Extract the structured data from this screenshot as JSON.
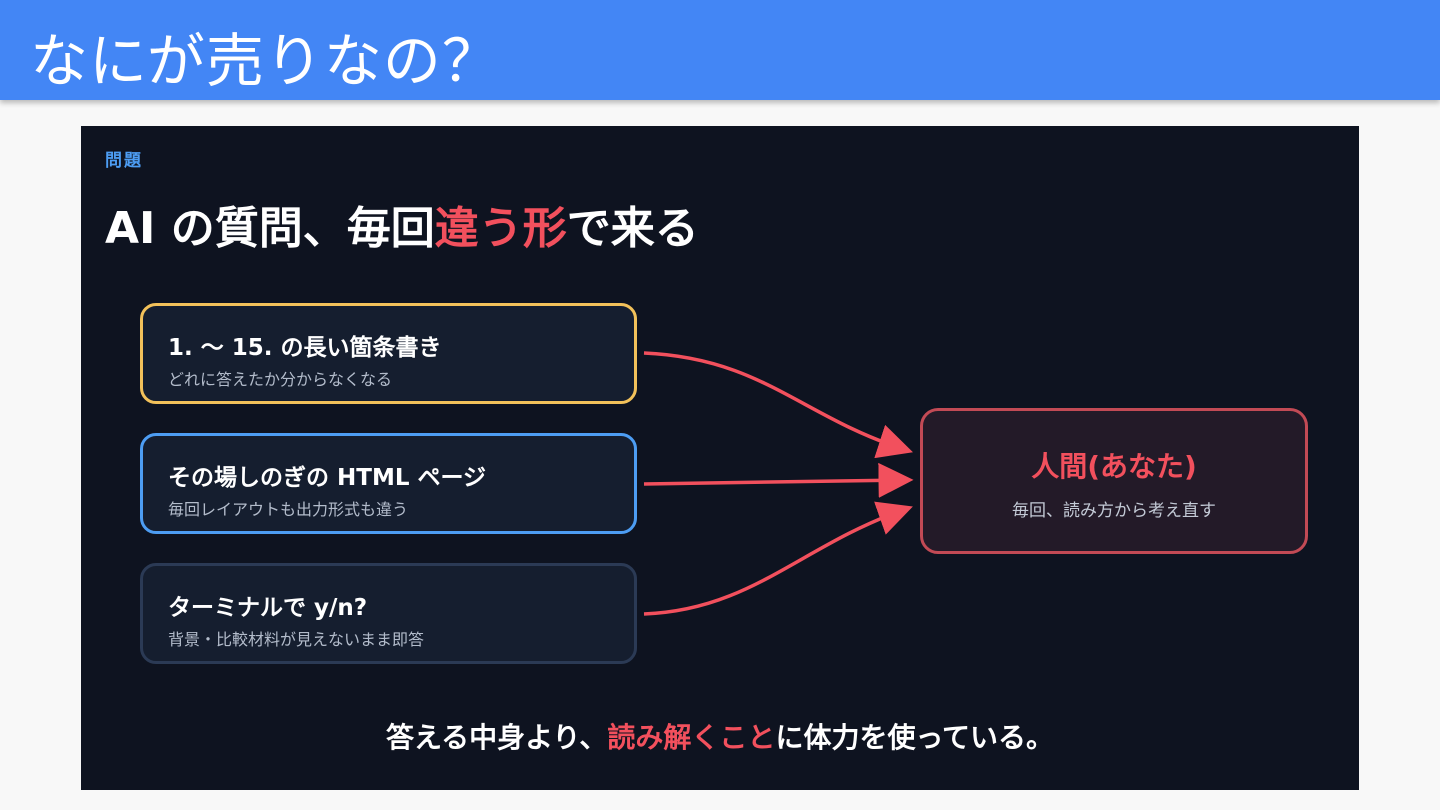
{
  "header": {
    "title": "なにが売りなの？"
  },
  "slide": {
    "eyebrow": "問題",
    "headline": {
      "before": "AI の質問、毎回",
      "highlight": "違う形",
      "after": "で来る"
    },
    "boxes": [
      {
        "title": "1. 〜 15. の長い箇条書き",
        "subtitle": "どれに答えたか分からなくなる",
        "border_color": "#f2c15a"
      },
      {
        "title": "その場しのぎの HTML ページ",
        "subtitle": "毎回レイアウトも出力形式も違う",
        "border_color": "#4d9df3"
      },
      {
        "title": "ターミナルで  y/n?",
        "subtitle": "背景・比較材料が見えないまま即答",
        "border_color": "#2b3a55"
      }
    ],
    "target": {
      "title": "人間(あなた)",
      "subtitle": "毎回、読み方から考え直す"
    },
    "footer": {
      "before": "答える中身より、",
      "highlight": "読み解くこと",
      "after": "に体力を使っている。"
    },
    "colors": {
      "background": "#0e1320",
      "accent_red": "#f2505d",
      "accent_blue": "#4d9df3",
      "accent_yellow": "#f2c15a",
      "arrow": "#f2505d"
    }
  }
}
